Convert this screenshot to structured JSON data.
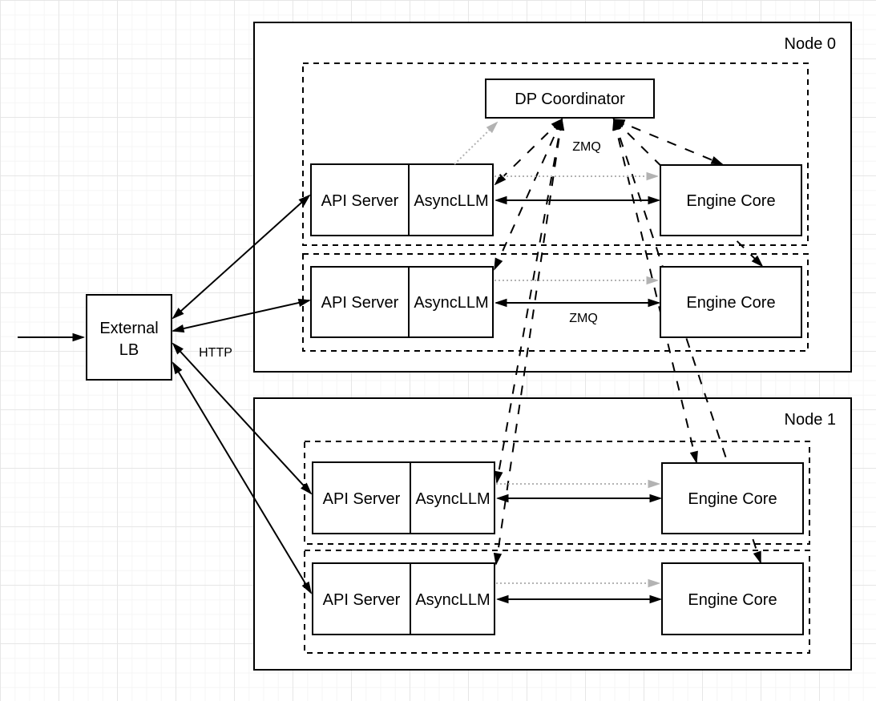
{
  "diagram": {
    "external_lb": {
      "line1": "External",
      "line2": "LB"
    },
    "http_label": "HTTP",
    "dp_coordinator_label": "DP Coordinator",
    "zmq_coordinator_label": "ZMQ",
    "zmq_engine_label": "ZMQ",
    "nodes": [
      {
        "label": "Node 0",
        "replicas": [
          {
            "api_server": "API Server",
            "async_llm": "AsyncLLM",
            "engine_core": "Engine Core"
          },
          {
            "api_server": "API Server",
            "async_llm": "AsyncLLM",
            "engine_core": "Engine Core"
          }
        ]
      },
      {
        "label": "Node 1",
        "replicas": [
          {
            "api_server": "API Server",
            "async_llm": "AsyncLLM",
            "engine_core": "Engine Core"
          },
          {
            "api_server": "API Server",
            "async_llm": "AsyncLLM",
            "engine_core": "Engine Core"
          }
        ]
      }
    ],
    "colors": {
      "stroke": "#000000",
      "muted": "#b3b3b3"
    }
  }
}
